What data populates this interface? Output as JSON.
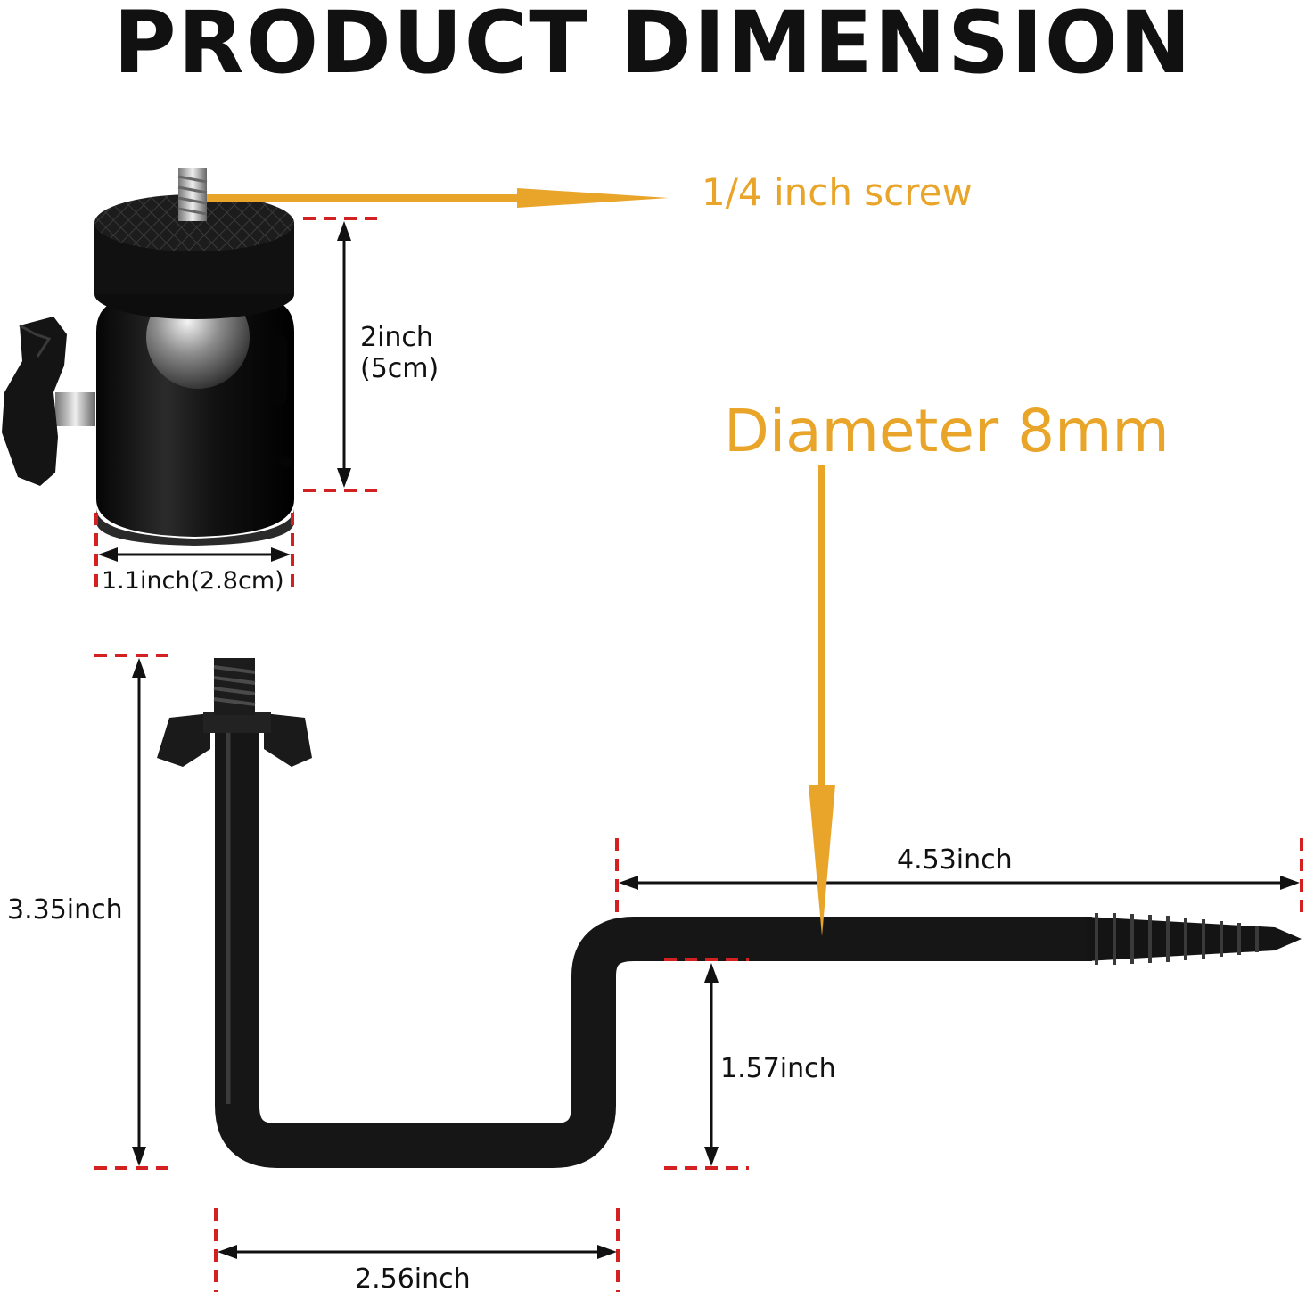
{
  "title": "PRODUCT DIMENSION",
  "annotations": {
    "screw": "1/4 inch screw",
    "diameter": "Diameter 8mm",
    "ball_height_inch": "2inch",
    "ball_height_cm": "(5cm)",
    "ball_width": "1.1inch(2.8cm)",
    "arm_height": "3.35inch",
    "arm_length": "4.53inch",
    "arm_offset": "1.57inch",
    "arm_base": "2.56inch"
  },
  "colors": {
    "accent": "#E8A52A",
    "dash": "#D32020",
    "ink": "#111111",
    "metal": "#1a1a1a"
  }
}
